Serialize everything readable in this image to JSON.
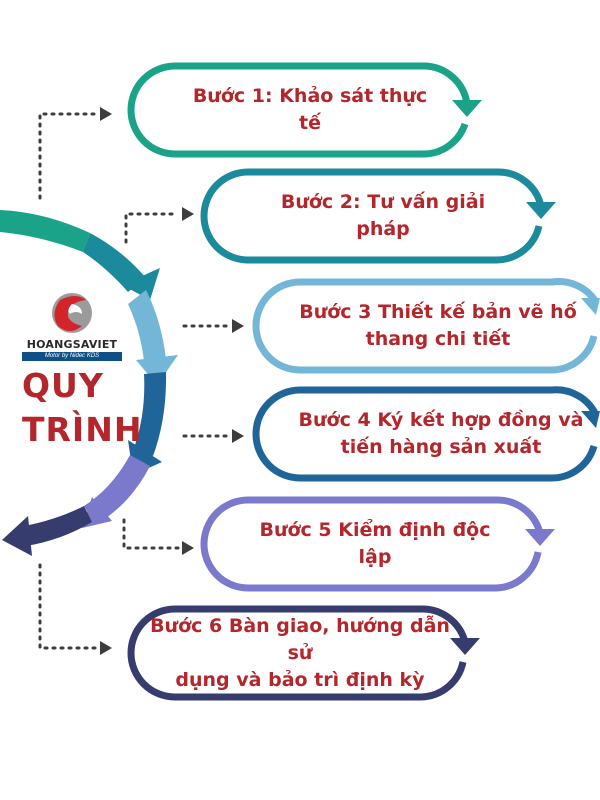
{
  "logo": {
    "brand": "HOANGSAVIET",
    "tagline": "Motor by Nidec KDS"
  },
  "title": {
    "line1": "QUY",
    "line2": "TRÌNH"
  },
  "colors": {
    "text_red": "#b3262b",
    "step1": "#1aa389",
    "step2": "#1a8a9c",
    "step3": "#74b6d8",
    "step4": "#20659a",
    "step5": "#7a79cc",
    "step6": "#363d6e",
    "connector": "#3d3d3d"
  },
  "steps": [
    {
      "lines": [
        "Bước 1: Khảo sát thực tế"
      ]
    },
    {
      "lines": [
        "Bước 2: Tư vấn giải pháp"
      ]
    },
    {
      "lines": [
        "Bước 3 Thiết kế bản vẽ hố",
        "thang chi tiết"
      ]
    },
    {
      "lines": [
        "Bước 4 Ký kết hợp đồng và",
        "tiến hàng sản xuất"
      ]
    },
    {
      "lines": [
        "Bước 5 Kiểm định độc lập"
      ]
    },
    {
      "lines": [
        "Bước 6 Bàn giao, hướng dẫn sử",
        "dụng và bảo trì định kỳ"
      ]
    }
  ]
}
